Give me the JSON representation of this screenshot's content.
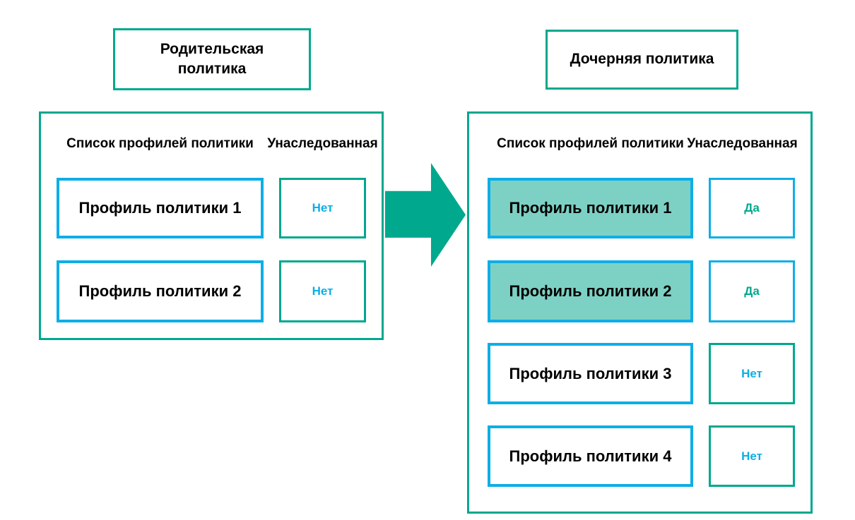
{
  "palette": {
    "teal": "#00A88E",
    "blue": "#0EAEE6",
    "teal_fill": "#7DD1C4",
    "ink": "#000000"
  },
  "arrow": {
    "name": "inheritance-arrow",
    "direction": "right",
    "color": "#00A88E"
  },
  "parent": {
    "title": "Родительская политика",
    "headers": {
      "profiles": "Список профилей политики",
      "inherited": "Унаследованная"
    },
    "rows": [
      {
        "profile": "Профиль политики 1",
        "inherited": "Нет",
        "highlighted": false
      },
      {
        "profile": "Профиль политики 2",
        "inherited": "Нет",
        "highlighted": false
      }
    ]
  },
  "child": {
    "title": "Дочерняя политика",
    "headers": {
      "profiles": "Список профилей политики",
      "inherited": "Унаследованная"
    },
    "rows": [
      {
        "profile": "Профиль политики 1",
        "inherited": "Да",
        "highlighted": true
      },
      {
        "profile": "Профиль политики 2",
        "inherited": "Да",
        "highlighted": true
      },
      {
        "profile": "Профиль политики 3",
        "inherited": "Нет",
        "highlighted": false
      },
      {
        "profile": "Профиль политики 4",
        "inherited": "Нет",
        "highlighted": false
      }
    ]
  }
}
